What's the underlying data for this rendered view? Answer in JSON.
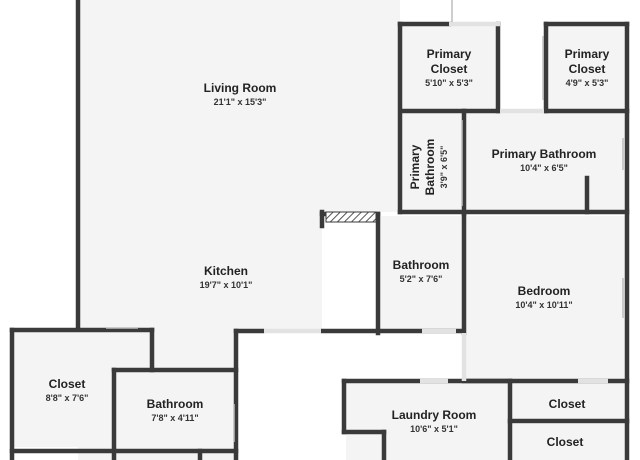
{
  "colors": {
    "wall": "#3a3a3a",
    "floor": "#f4f4f4",
    "text": "#222222"
  },
  "rooms": {
    "living_room": {
      "name": "Living Room",
      "dims": "21'1\" x 15'3\""
    },
    "kitchen": {
      "name": "Kitchen",
      "dims": "19'7\" x 10'1\""
    },
    "primary_closet_1": {
      "name_1": "Primary",
      "name_2": "Closet",
      "dims": "5'10\" x 5'3\""
    },
    "primary_closet_2": {
      "name_1": "Primary",
      "name_2": "Closet",
      "dims": "4'9\" x 5'3\""
    },
    "primary_bath_small": {
      "name_1": "Primary",
      "name_2": "Bathroom",
      "dims": "3'9\" x 6'5\""
    },
    "primary_bathroom": {
      "name": "Primary Bathroom",
      "dims": "10'4\" x 6'5\""
    },
    "bathroom_center": {
      "name": "Bathroom",
      "dims": "5'2\" x 7'6\""
    },
    "bedroom": {
      "name": "Bedroom",
      "dims": "10'4\" x 10'11\""
    },
    "closet_left": {
      "name": "Closet",
      "dims": "8'8\" x 7'6\""
    },
    "bathroom_left": {
      "name": "Bathroom",
      "dims": "7'8\" x 4'11\""
    },
    "laundry_room": {
      "name": "Laundry Room",
      "dims": "10'6\" x 5'1\""
    },
    "closet_right_1": {
      "name": "Closet"
    },
    "closet_right_2": {
      "name": "Closet"
    }
  }
}
